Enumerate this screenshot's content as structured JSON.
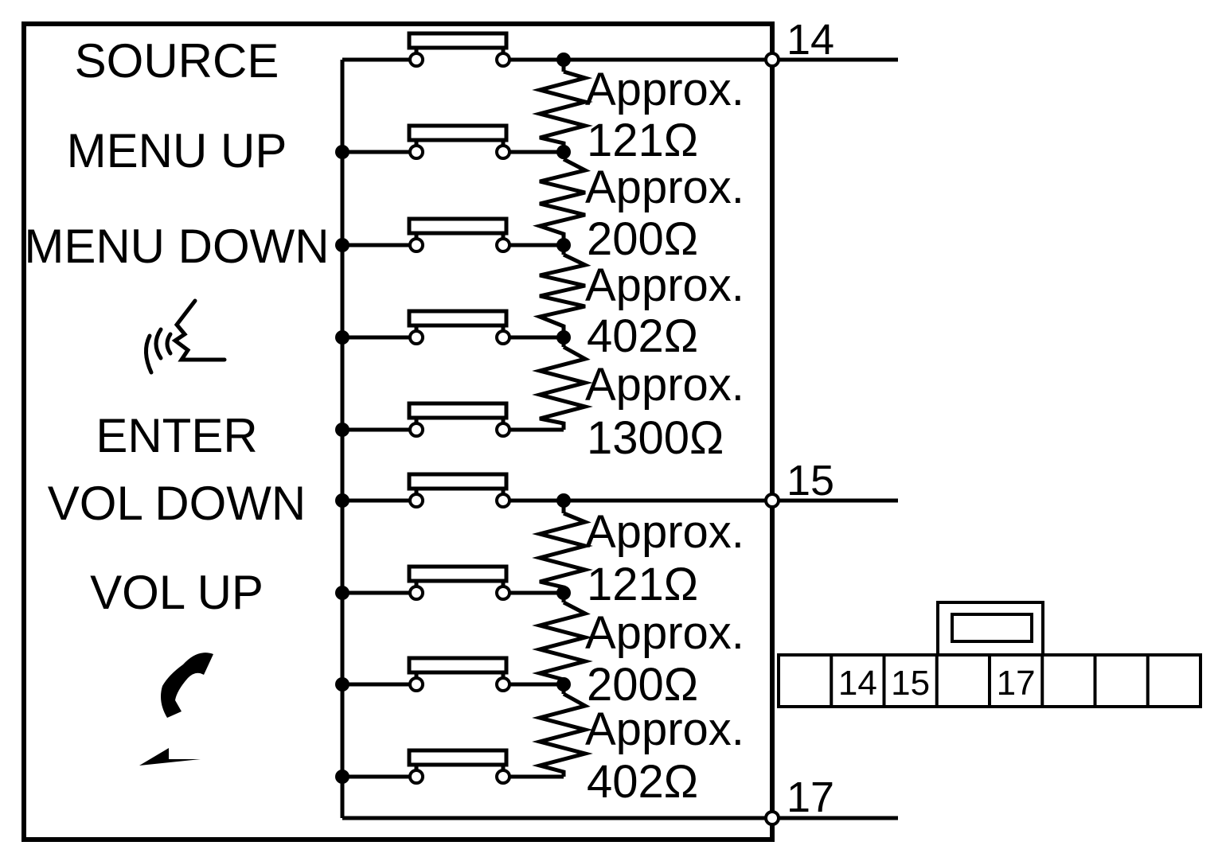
{
  "buttons": [
    {
      "label": "SOURCE"
    },
    {
      "label": "MENU UP"
    },
    {
      "label": "MENU DOWN"
    },
    {
      "label": "",
      "icon": "voice-icon"
    },
    {
      "label": "ENTER"
    },
    {
      "label": "VOL DOWN"
    },
    {
      "label": "VOL UP"
    },
    {
      "label": "",
      "icon": "phone-icon"
    },
    {
      "label": "",
      "icon": "back-arrow-icon"
    }
  ],
  "resistors_upper": [
    {
      "line1": "Approx.",
      "line2": "121Ω"
    },
    {
      "line1": "Approx.",
      "line2": "200Ω"
    },
    {
      "line1": "Approx.",
      "line2": "402Ω"
    },
    {
      "line1": "Approx.",
      "line2": "1300Ω"
    }
  ],
  "resistors_lower": [
    {
      "line1": "Approx.",
      "line2": "121Ω"
    },
    {
      "line1": "Approx.",
      "line2": "200Ω"
    },
    {
      "line1": "Approx.",
      "line2": "402Ω"
    }
  ],
  "terminals": [
    {
      "label": "14"
    },
    {
      "label": "15"
    },
    {
      "label": "17"
    }
  ],
  "connector": {
    "cells": [
      "",
      "14",
      "15",
      "",
      "17",
      "",
      "",
      ""
    ]
  }
}
